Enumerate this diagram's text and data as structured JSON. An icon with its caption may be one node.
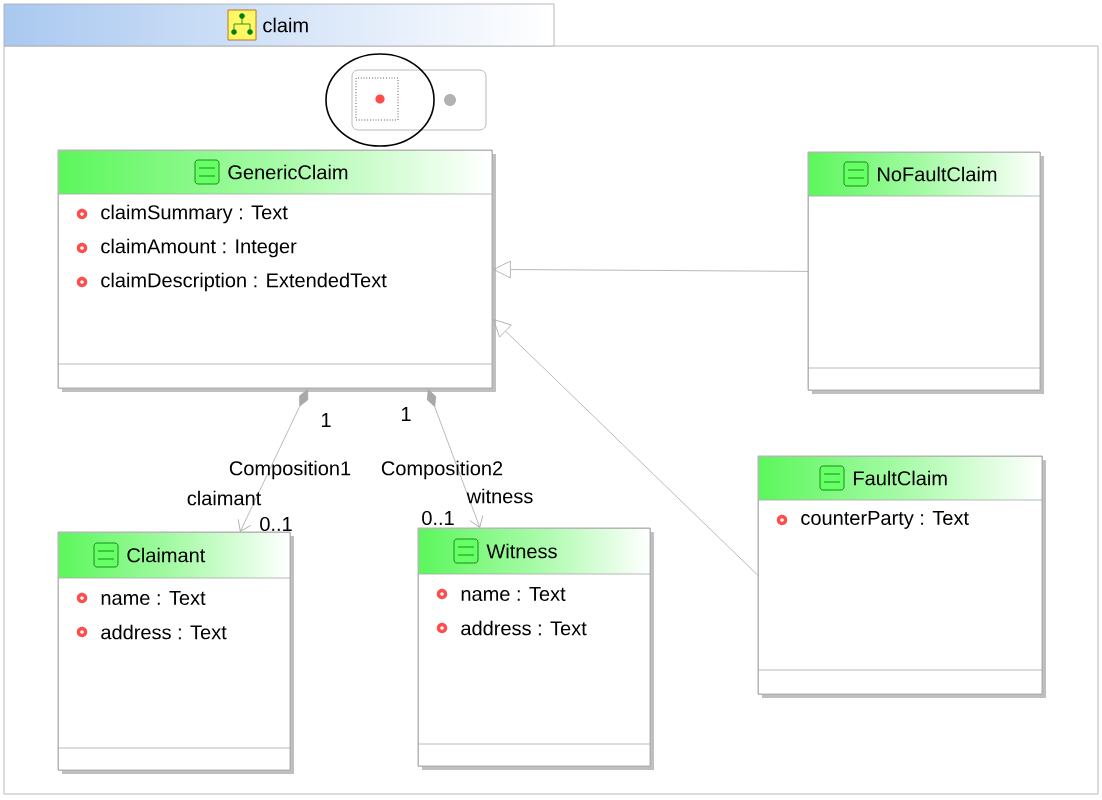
{
  "diagram": {
    "nodes": [
      {
        "text": [
          "claim"
        ]
      },
      {
        "text": [
          "GenericClaim",
          "claimSummary : Text",
          "claimAmount : Integer",
          "claimDescription : ExtendedText"
        ],
        "in": 0
      },
      {
        "text": [
          "NoFaultClaim"
        ],
        "in": 0
      },
      {
        "text": [
          "Claimant",
          "name : Text",
          "address : Text"
        ],
        "in": 0
      },
      {
        "text": [
          "Witness",
          "name : Text",
          "address : Text"
        ],
        "in": 0
      },
      {
        "text": [
          "FaultClaim",
          "counterParty : Text"
        ],
        "in": 0
      }
    ],
    "edges": [
      {
        "from": 2,
        "to": 1,
        "arrow": "to"
      },
      {
        "from": 5,
        "to": 1,
        "arrow": "to"
      },
      {
        "from": 1,
        "to": 3,
        "arrow": "to",
        "label": "Composition1"
      },
      {
        "from": 1,
        "to": 4,
        "arrow": "to",
        "label": "Composition2"
      }
    ],
    "labels": [
      "1",
      "1",
      "claimant",
      "witness",
      "0..1",
      "0..1"
    ]
  }
}
